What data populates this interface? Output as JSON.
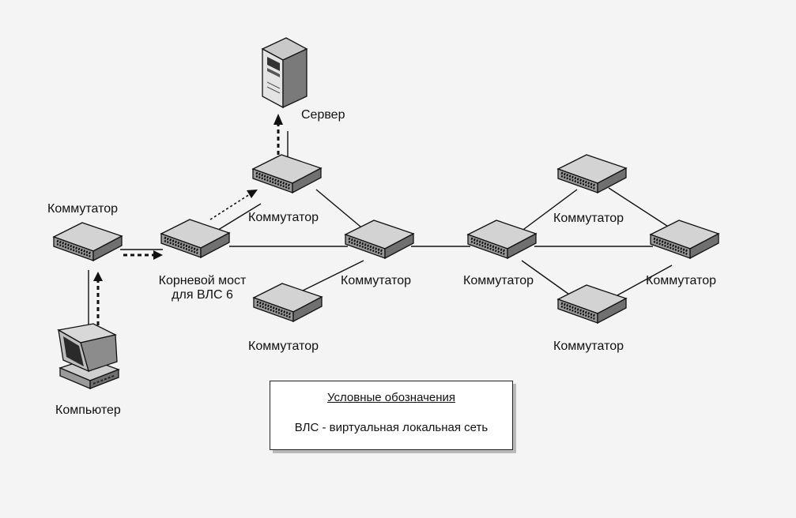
{
  "nodes": {
    "server": {
      "label": "Сервер",
      "icon": "server-icon"
    },
    "switch_left": {
      "label": "Коммутатор",
      "icon": "switch-icon"
    },
    "root_bridge": {
      "label_line1": "Корневой мост",
      "label_line2": "для ВЛС 6",
      "icon": "switch-icon"
    },
    "switch_top": {
      "label": "Коммутатор",
      "icon": "switch-icon"
    },
    "switch_center": {
      "label": "Коммутатор",
      "icon": "switch-icon"
    },
    "switch_bottom": {
      "label": "Коммутатор",
      "icon": "switch-icon"
    },
    "switch_right_hub": {
      "label": "Коммутатор",
      "icon": "switch-icon"
    },
    "switch_right_top": {
      "label": "Коммутатор",
      "icon": "switch-icon"
    },
    "switch_far_right": {
      "label": "Коммутатор",
      "icon": "switch-icon"
    },
    "switch_right_bottom": {
      "label": "Коммутатор",
      "icon": "switch-icon"
    },
    "computer": {
      "label": "Компьютер",
      "icon": "computer-icon"
    }
  },
  "legend": {
    "title": "Условные обозначения",
    "item": "ВЛС - виртуальная локальная сеть"
  },
  "colors": {
    "device_top": "#cfcfcf",
    "device_side": "#8a8a8a",
    "line": "#111111",
    "background": "#f4f4f4"
  }
}
